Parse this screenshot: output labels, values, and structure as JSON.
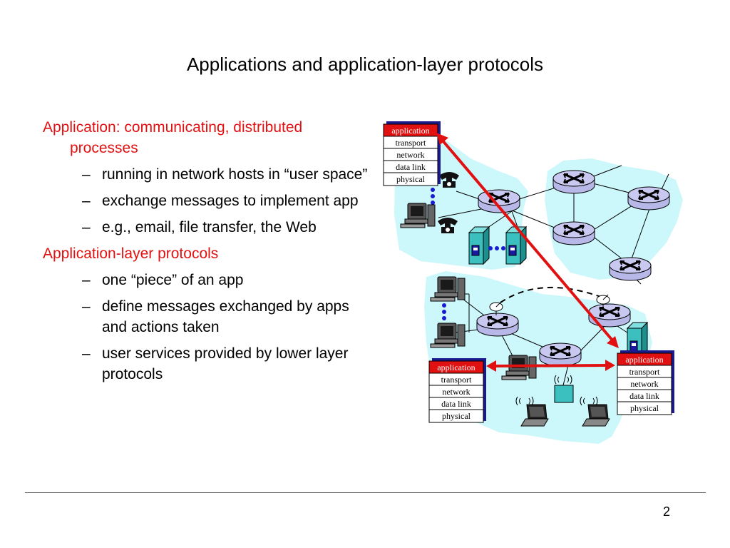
{
  "title": "Applications and application-layer protocols",
  "bullets": {
    "l1a": "Application: communicating, distributed processes",
    "l2a": "running in network hosts in “user space”",
    "l2b": "exchange messages to implement app",
    "l2c": "e.g., email, file transfer, the Web",
    "l1b": "Application-layer protocols",
    "l2d": "one “piece” of an app",
    "l2e": "define messages exchanged by apps and actions taken",
    "l2f": "user services provided by lower layer protocols",
    "dash": "–"
  },
  "stack": {
    "application": "application",
    "transport": "transport",
    "network": "network",
    "data_link": "data link",
    "physical": "physical"
  },
  "colors": {
    "accent_red": "#e11111",
    "network_cloud": "#ccf7fb",
    "router_fill": "#b8b8e8",
    "stack_border": "#1a1a8c"
  },
  "page_number": "2"
}
